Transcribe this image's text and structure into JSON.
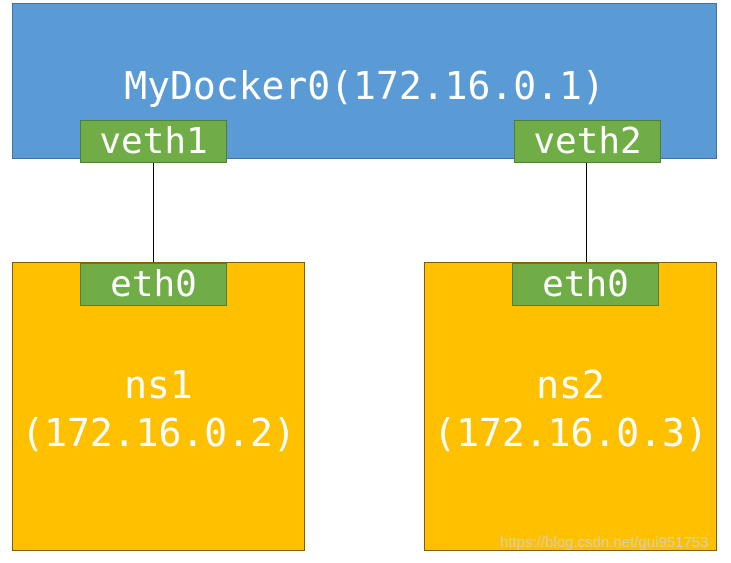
{
  "bridge": {
    "label": "MyDocker0(172.16.0.1)",
    "color": "#5b9bd5"
  },
  "ports": {
    "veth1": "veth1",
    "veth2": "veth2",
    "ns1_eth": "eth0",
    "ns2_eth": "eth0",
    "color": "#70ad47"
  },
  "namespaces": [
    {
      "name": "ns1",
      "ip": "(172.16.0.2)"
    },
    {
      "name": "ns2",
      "ip": "(172.16.0.3)"
    }
  ],
  "namespace_color": "#ffc000",
  "watermark": "https://blog.csdn.net/gui951753"
}
